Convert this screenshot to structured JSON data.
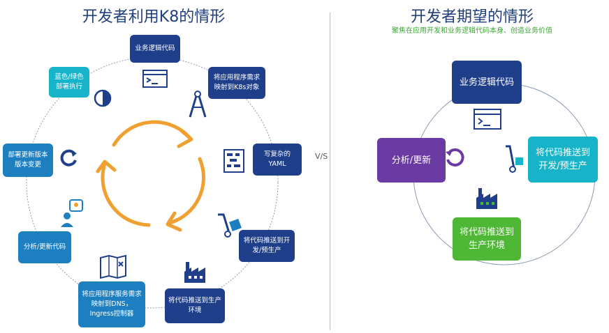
{
  "left": {
    "title": "开发者利用K8的情形",
    "boxes": {
      "b1": "业务逻辑代码",
      "b2": "将应用程序需求映射到K8s对象",
      "b3": "写复杂的YAML",
      "b4": "将代码推送到开发/预生产",
      "b5": "将代码推送到生产环境",
      "b6": "将应用程序服务需求映射到DNS，Ingress控制器",
      "b7": "分析/更新代码",
      "b8": "部署更新版本版本变更",
      "b9": "蓝色/绿色部署执行"
    }
  },
  "vs": "V/S",
  "right": {
    "title": "开发者期望的情形",
    "subtitle": "聚焦在应用开发和业务逻辑代码本身、创造业务价值",
    "boxes": {
      "r1": "业务逻辑代码",
      "r2": "将代码推送到开发/预生产",
      "r3": "将代码推送到生产环境",
      "r4": "分析/更新"
    }
  },
  "colors": {
    "navy": "#1f3f8a",
    "teal": "#16b3c9",
    "blue": "#1e7fc0",
    "green": "#4eb736",
    "purple": "#6b3aa3",
    "orange": "#f0a030"
  }
}
